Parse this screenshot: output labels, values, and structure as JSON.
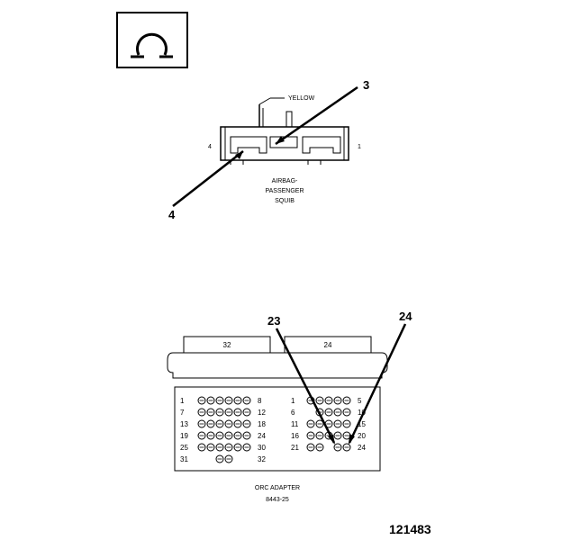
{
  "symbol": {
    "icon": "ohm-omega-icon"
  },
  "airbag_connector": {
    "wire_color": "YELLOW",
    "left_end_label": "4",
    "right_end_label": "1",
    "name_lines": [
      "AIRBAG-",
      "PASSENGER",
      "SQUIB"
    ],
    "callouts": [
      "3",
      "4"
    ]
  },
  "orc_adapter": {
    "top_tab_left": "32",
    "top_tab_right": "24",
    "left_block": {
      "rows": [
        {
          "start": "1",
          "end": "8"
        },
        {
          "start": "7",
          "end": "12"
        },
        {
          "start": "13",
          "end": "18"
        },
        {
          "start": "19",
          "end": "24"
        },
        {
          "start": "25",
          "end": "30"
        },
        {
          "start": "31",
          "end": "32"
        }
      ]
    },
    "right_block": {
      "rows": [
        {
          "start": "1",
          "end": "5"
        },
        {
          "start": "6",
          "end": "10"
        },
        {
          "start": "11",
          "end": "15"
        },
        {
          "start": "16",
          "end": "20"
        },
        {
          "start": "21",
          "end": "24"
        }
      ]
    },
    "callouts": [
      "23",
      "24"
    ],
    "name": "ORC ADAPTER",
    "part_number": "8443-25"
  },
  "figure_id": "121483"
}
